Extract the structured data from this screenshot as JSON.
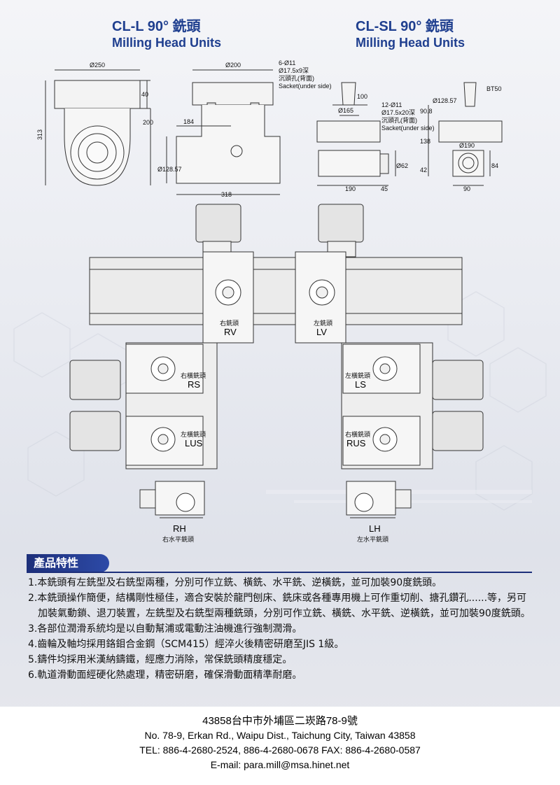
{
  "header": {
    "left_title_line1": "CL-L 90° 銑頭",
    "left_title_line2": "Milling Head Units",
    "right_title_line1": "CL-SL 90° 銑頭",
    "right_title_line2": "Milling Head Units"
  },
  "dimension_drawings": {
    "d_250": "Ø250",
    "d_313": "313",
    "d_40": "40",
    "d_200_h": "200",
    "d_200_w": "Ø200",
    "d_184": "184",
    "d_128_57": "Ø128.57",
    "d_318": "318",
    "hole_note_l1": "6-Ø11",
    "hole_note_l2": "Ø17.5x9深",
    "hole_note_l3": "沉頭孔(背面)",
    "hole_note_l4": "Sacket(under side)",
    "d_100": "100",
    "d_165": "Ø165",
    "hole2_note_l1": "12-Ø11",
    "hole2_note_l2": "Ø17.5x20深",
    "hole2_note_l3": "沉頭孔(背面)",
    "hole2_note_l4": "Sacket(under side)",
    "d_62": "Ø62",
    "d_190": "190",
    "d_45": "45",
    "d_128_57b": "Ø128.57",
    "bt50": "BT50",
    "d_90_8": "90.8",
    "d_138": "138",
    "d_190b": "Ø190",
    "d_42": "42",
    "d_84": "84",
    "d_90": "90"
  },
  "assembly": {
    "rv_cn": "右銑頭",
    "rv": "RV",
    "lv_cn": "左銑頭",
    "lv": "LV",
    "rs_cn": "右橫銑頭",
    "rs": "RS",
    "ls_cn": "左橫銑頭",
    "ls": "LS",
    "lus_cn": "左橫銑頭",
    "lus": "LUS",
    "rus_cn": "右橫銑頭",
    "rus": "RUS",
    "rh": "RH",
    "rh_cn": "右水平銑頭",
    "lh": "LH",
    "lh_cn": "左水平銑頭"
  },
  "features": {
    "heading": "產品特性",
    "items": [
      "1.本銑頭有左銑型及右銑型兩種，分別可作立銑、橫銑、水平銑、逆橫銑，並可加裝90度銑頭。",
      "2.本銑頭操作簡便，結構剛性極佳，適合安裝於龍門刨床、銑床或各種專用機上可作重切削、搪孔鑽孔......等，另可加裝氣動鎖、退刀裝置，左銑型及右銑型兩種銑頭，分別可作立銑、橫銑、水平銑、逆橫銑，並可加裝90度銑頭。",
      "3.各部位潤滑系統均是以自動幫浦或電動注油機進行強制潤滑。",
      "4.齒輪及軸均採用鉻鉬合金鋼（SCM415）經淬火後精密研磨至JIS 1級。",
      "5.鑄件均採用米漢納鑄鐵，經應力消除，常保銑頭精度穩定。",
      "6.軌道滑動面經硬化熱處理，精密研磨，確保滑動面精準耐磨。"
    ]
  },
  "footer": {
    "address_zh": "43858台中市外埔區二崁路78-9號",
    "address_en": "No. 78-9, Erkan Rd., Waipu Dist., Taichung City, Taiwan 43858",
    "tel": "TEL: 886-4-2680-2524, 886-4-2680-0678 FAX: 886-4-2680-0587",
    "email": "E-mail: para.mill@msa.hinet.net"
  }
}
